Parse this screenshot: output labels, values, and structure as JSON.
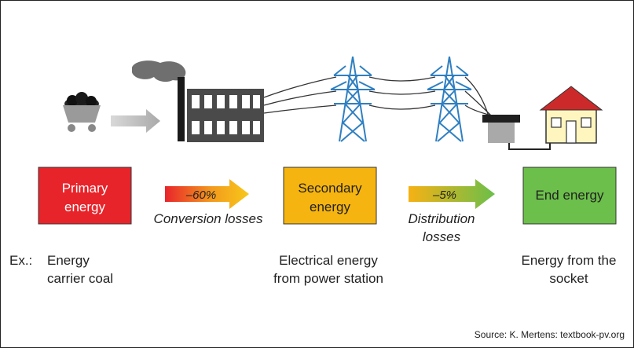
{
  "boxes": {
    "primary": {
      "line1": "Primary",
      "line2": "energy",
      "color": "#e8242b"
    },
    "secondary": {
      "line1": "Secondary",
      "line2": "energy",
      "color": "#f5b40f"
    },
    "end": {
      "line1": "End energy",
      "color": "#6bbf4a"
    }
  },
  "arrows": {
    "conversion": {
      "percent": "–60%",
      "label": "Conversion losses"
    },
    "distribution": {
      "percent": "–5%",
      "label_line1": "Distribution",
      "label_line2": "losses"
    }
  },
  "examples": {
    "prefix": "Ex.:",
    "coal": {
      "line1": "Energy",
      "line2": "carrier coal"
    },
    "station": {
      "line1": "Electrical energy",
      "line2": "from power station"
    },
    "socket": {
      "line1": "Energy from the",
      "line2": "socket"
    }
  },
  "source": "Source: K. Mertens: textbook-pv.org",
  "icons": [
    "coal-cart-icon",
    "power-plant-icon",
    "transmission-tower-icon",
    "transformer-icon",
    "house-icon"
  ]
}
